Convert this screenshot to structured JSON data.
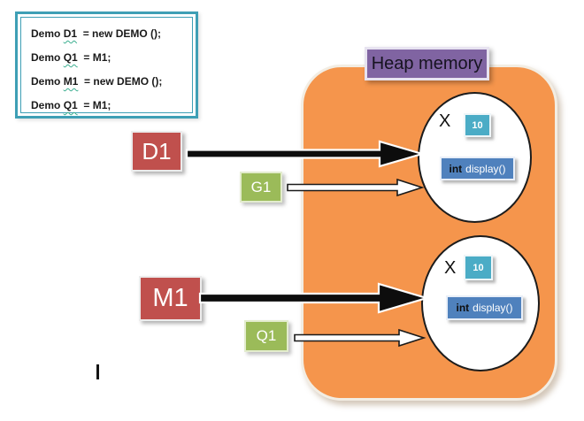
{
  "code_box": {
    "lines": [
      {
        "prefix": "Demo ",
        "var": "D1",
        "suffix": "  = new DEMO ();"
      },
      {
        "prefix": "Demo ",
        "var": "Q1",
        "suffix": "  = M1;"
      },
      {
        "prefix": "Demo ",
        "var": "M1",
        "suffix": "  = new DEMO ();"
      },
      {
        "prefix": "Demo ",
        "var": "Q1",
        "suffix": "  = M1;"
      }
    ]
  },
  "heap": {
    "label": "Heap memory",
    "objects": [
      {
        "field_name": "X",
        "field_value": "10",
        "method_keyword": "int",
        "method_name": "display()"
      },
      {
        "field_name": "X",
        "field_value": "10",
        "method_keyword": "int",
        "method_name": "display()"
      }
    ]
  },
  "references": [
    {
      "label": "D1",
      "type": "primary",
      "arrow": "black"
    },
    {
      "label": "G1",
      "type": "secondary",
      "arrow": "white"
    },
    {
      "label": "M1",
      "type": "primary",
      "arrow": "black"
    },
    {
      "label": "Q1",
      "type": "secondary",
      "arrow": "white"
    }
  ],
  "colors": {
    "heap_fill": "#f5954c",
    "heap_label_fill": "#8064a2",
    "primary_ref_fill": "#c0504d",
    "secondary_ref_fill": "#9bbb59",
    "value_box_fill": "#4bacc6",
    "method_box_fill": "#4f81bd",
    "code_border": "#3e9fb5",
    "squiggle": "#3aae8f"
  }
}
